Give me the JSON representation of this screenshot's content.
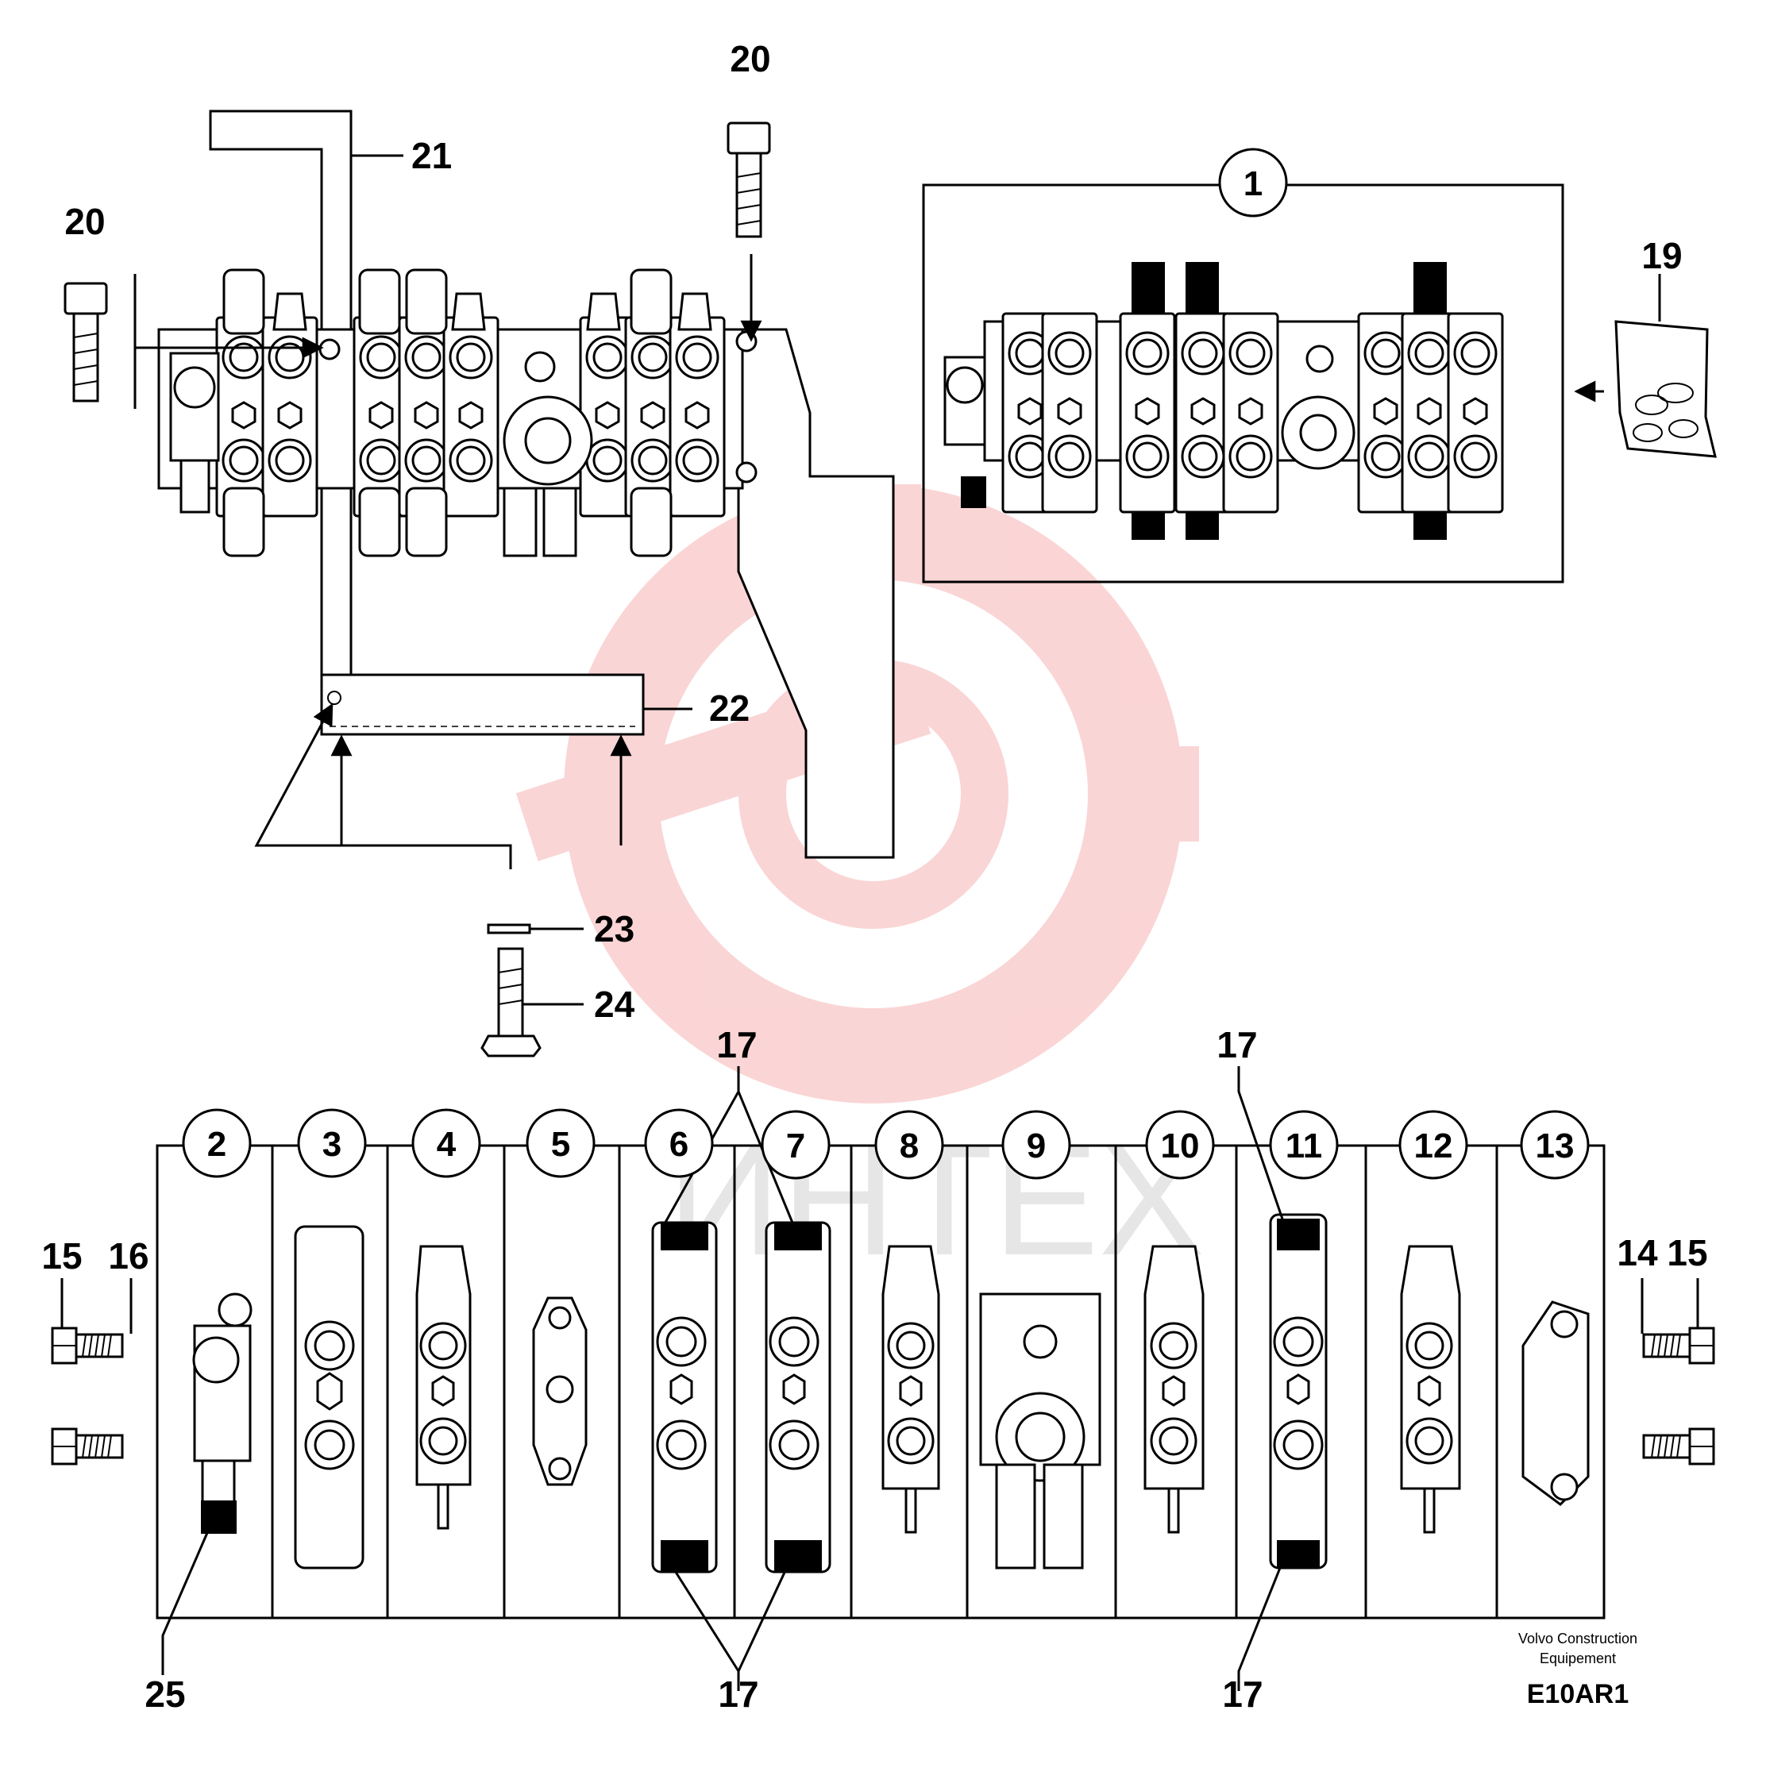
{
  "callouts": {
    "c1": "1",
    "c2": "2",
    "c3": "3",
    "c4": "4",
    "c5": "5",
    "c6": "6",
    "c7": "7",
    "c8": "8",
    "c9": "9",
    "c10": "10",
    "c11": "11",
    "c12": "12",
    "c13": "13"
  },
  "labels": {
    "l14": "14",
    "l15": "15",
    "l16": "16",
    "l17": "17",
    "l19": "19",
    "l20": "20",
    "l21": "21",
    "l22": "22",
    "l23": "23",
    "l24": "24",
    "l25": "25"
  },
  "watermark": {
    "text": "ИНТЕХ",
    "color": "#f7b3b3"
  },
  "credit": {
    "line1": "Volvo Construction",
    "line2": "Equipement"
  },
  "code": "E10AR1"
}
